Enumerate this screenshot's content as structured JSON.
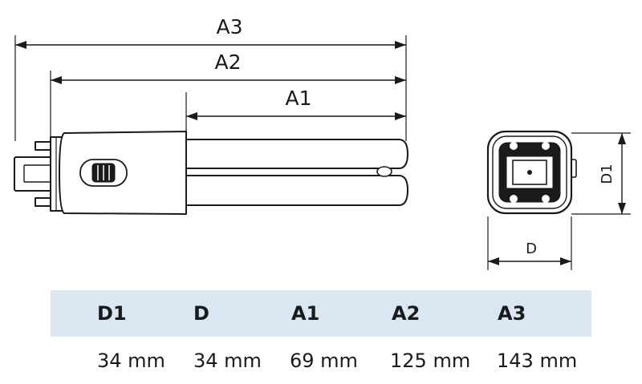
{
  "diagram": {
    "labels": {
      "a3": "A3",
      "a2": "A2",
      "a1": "A1",
      "d1": "D1",
      "d": "D"
    }
  },
  "table": {
    "headers": [
      "D1",
      "D",
      "A1",
      "A2",
      "A3"
    ],
    "values": [
      "34 mm",
      "34 mm",
      "69 mm",
      "125 mm",
      "143 mm"
    ]
  },
  "colors": {
    "line": "#1a1a1a",
    "header_bg": "#dbe6f3"
  }
}
